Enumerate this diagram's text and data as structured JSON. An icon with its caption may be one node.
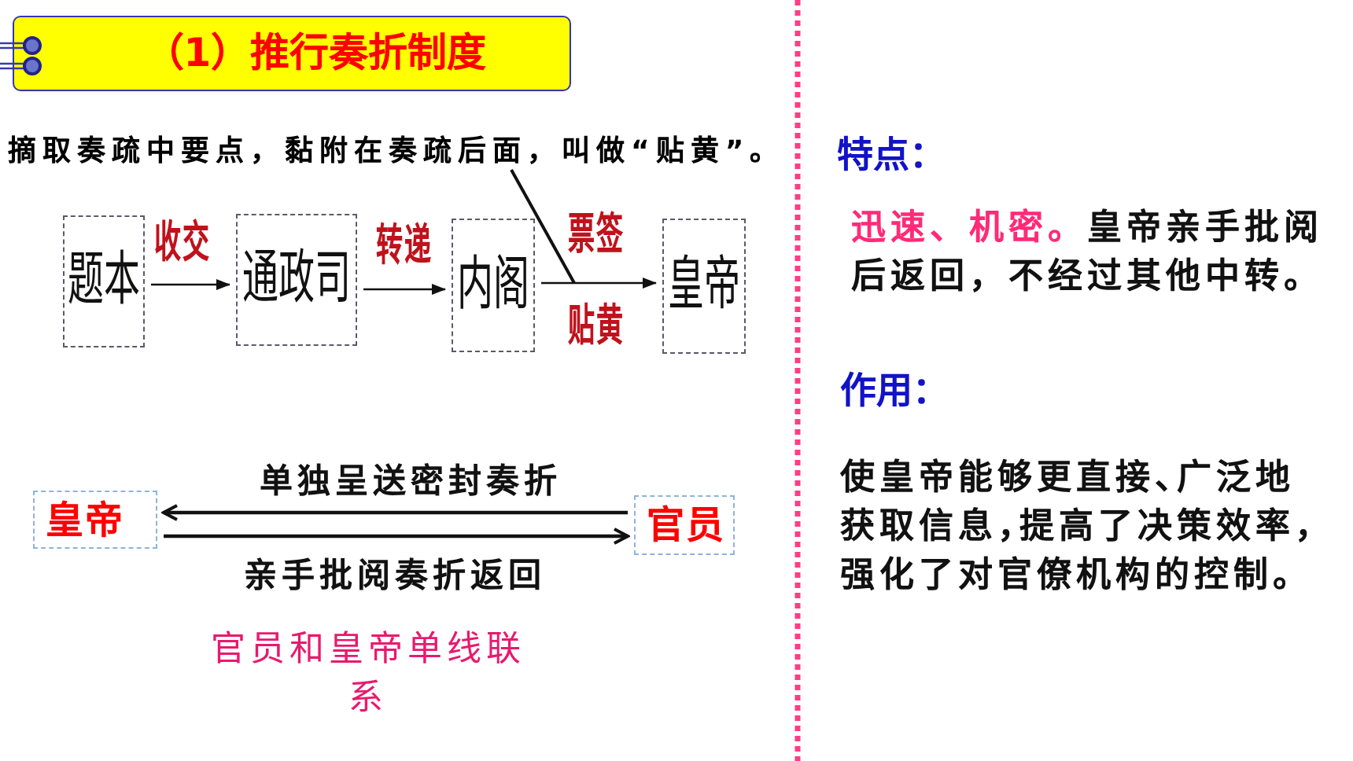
{
  "diagram": {
    "title": "（1）推行奏折制度",
    "nodes": [
      {
        "text": [
          "摘取奏疏中要点，黏附在奏疏后面，叫做“贴黄”。"
        ]
      },
      {
        "text": [
          "题本"
        ]
      },
      {
        "text": [
          "通政司"
        ]
      },
      {
        "text": [
          "内阁"
        ]
      },
      {
        "text": [
          "皇帝"
        ]
      },
      {
        "text": [
          "皇帝"
        ]
      },
      {
        "text": [
          "官员"
        ]
      }
    ],
    "edges": [
      {
        "from": 1,
        "to": 2,
        "arrow": "to",
        "label": "收交"
      },
      {
        "from": 2,
        "to": 3,
        "arrow": "to",
        "label": "转递"
      },
      {
        "from": 3,
        "to": 4,
        "arrow": "to",
        "label": "票签"
      },
      {
        "from": 0,
        "to": null,
        "arrow": "none"
      },
      {
        "from": 6,
        "to": 5,
        "arrow": "to",
        "label": "单独呈送密封奏折"
      },
      {
        "from": 5,
        "to": 6,
        "arrow": "to",
        "label": "亲手批阅奏折返回"
      }
    ],
    "labels": [
      "贴黄",
      "官员和皇帝单线联系",
      "特点：",
      "**迅速、机密。**皇帝亲手批阅后返回，不经过其他中转。",
      "作用：",
      "使皇帝能够更直接、广泛地获取信息，提高了决策效率，强化了对官僚机构的控制。"
    ]
  }
}
